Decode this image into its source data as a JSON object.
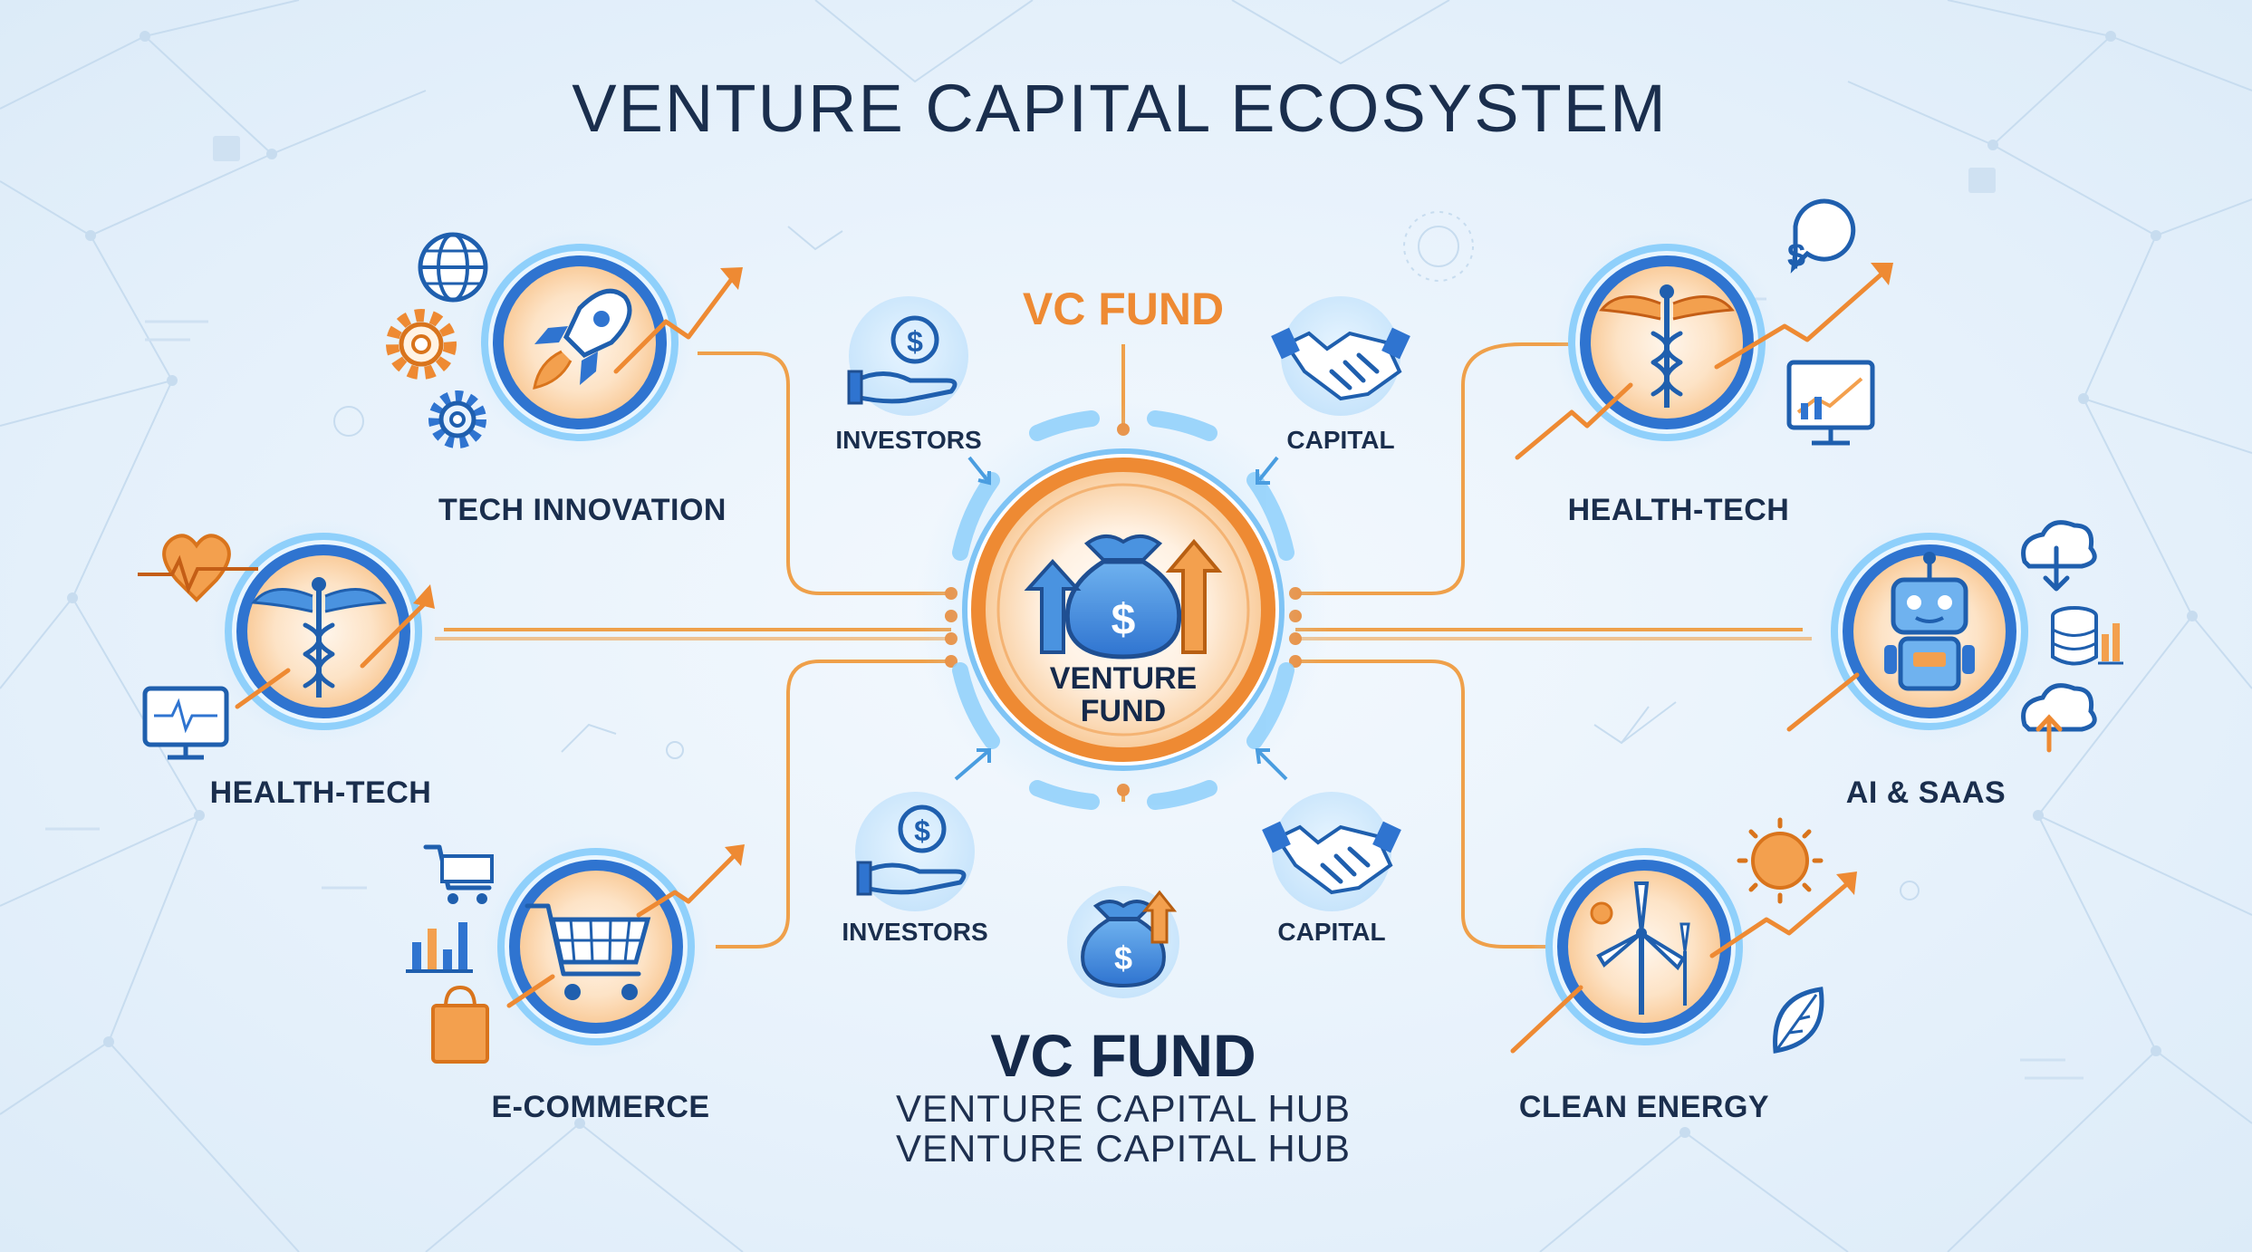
{
  "title": "VENTURE CAPITAL ECOSYSTEM",
  "hub": {
    "top_label": "VC FUND",
    "center_label_line1": "VENTURE",
    "center_label_line2": "FUND",
    "bottom_title": "VC FUND",
    "bottom_sub_1": "VENTURE CAPITAL HUB",
    "bottom_sub_2": "VENTURE CAPITAL HUB"
  },
  "flows": {
    "top_left": "INVESTORS",
    "top_right": "CAPITAL",
    "bottom_left": "INVESTORS",
    "bottom_right": "CAPITAL"
  },
  "sectors": {
    "tech_innovation": "TECH INNOVATION",
    "health_tech_left": "HEALTH-TECH",
    "e_commerce": "E-COMMERCE",
    "health_tech_right": "HEALTH-TECH",
    "ai_saas": "AI & SAAS",
    "clean_energy": "CLEAN ENERGY"
  },
  "icons": {
    "tech_innovation": "rocket-icon",
    "health_tech": "caduceus-icon",
    "e_commerce": "shopping-cart-icon",
    "ai_saas": "robot-icon",
    "clean_energy": "wind-turbine-icon",
    "hub": "money-bag-icon"
  },
  "colors": {
    "accent_orange": "#ee8a33",
    "ring_blue": "#2f74d0",
    "text_navy": "#1a2e4d",
    "background": "#e6f1fb"
  }
}
